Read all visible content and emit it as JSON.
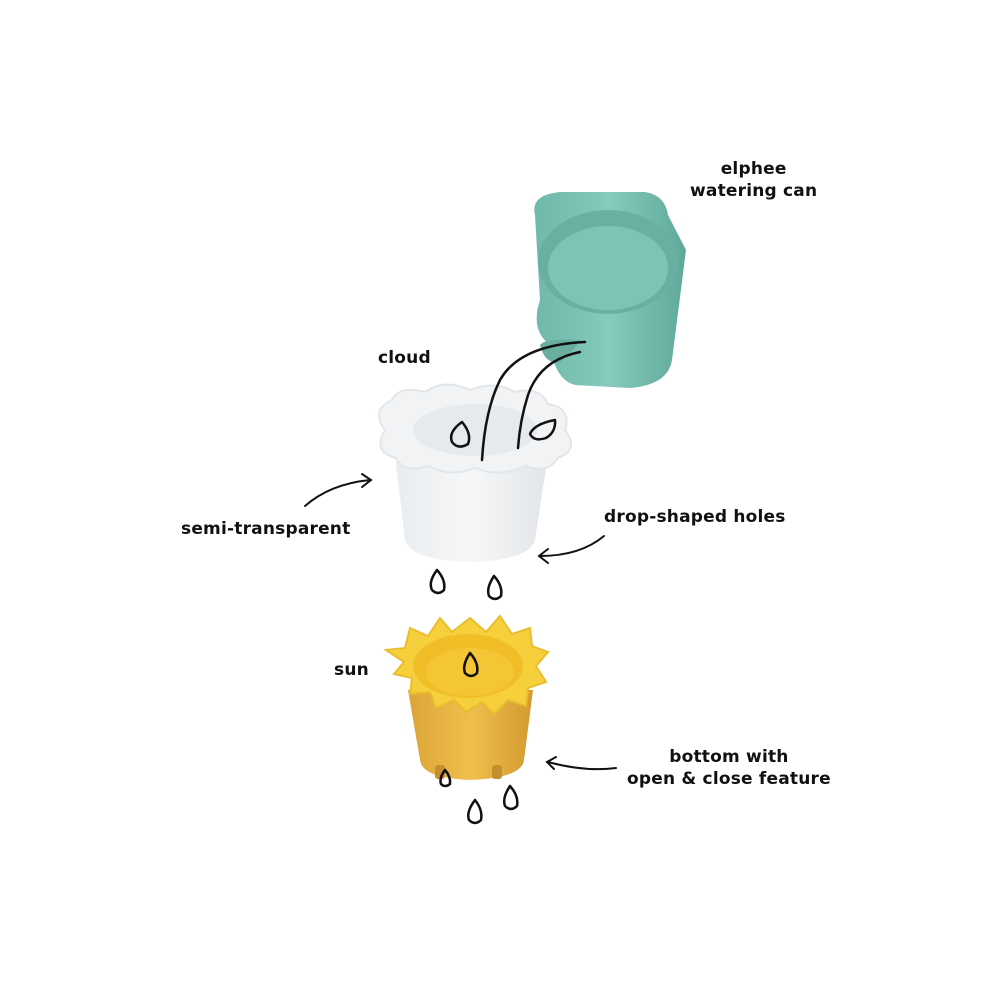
{
  "labels": {
    "watering_can_line1": "elphee",
    "watering_can_line2": "watering can",
    "cloud": "cloud",
    "semi_transparent": "semi-transparent",
    "drop_holes": "drop-shaped holes",
    "sun": "sun",
    "bottom_line1": "bottom with",
    "bottom_line2": "open & close feature"
  },
  "colors": {
    "background": "#ffffff",
    "watering_can": "#7cc2b4",
    "watering_can_dark": "#5fa89a",
    "cloud_cup": "#eef0f2",
    "sun_cup": "#e8b540",
    "sun_rim": "#f5cf3e",
    "ink": "#111111"
  }
}
